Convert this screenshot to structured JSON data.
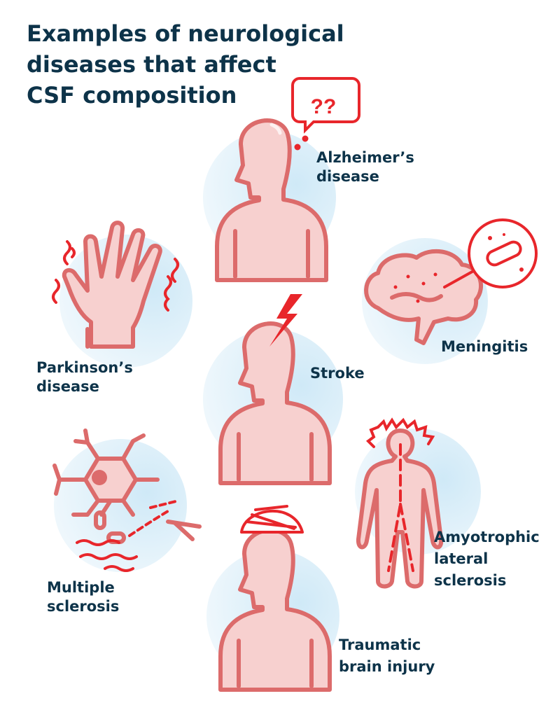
{
  "title": {
    "line1": "Examples of  neurological",
    "line2": "diseases that affect",
    "line3": "CSF composition"
  },
  "diseases": [
    {
      "id": "alzheimers",
      "line1": "Alzheimer’s",
      "line2": "disease",
      "icon": "confused-person-icon",
      "bubble_text": "??"
    },
    {
      "id": "parkinsons",
      "line1": "Parkinson’s",
      "line2": "disease",
      "icon": "trembling-hand-icon"
    },
    {
      "id": "meningitis",
      "line1": "Meningitis",
      "icon": "brain-bacteria-icon"
    },
    {
      "id": "stroke",
      "line1": "Stroke",
      "icon": "person-lightning-icon"
    },
    {
      "id": "ms",
      "line1": "Multiple",
      "line2": "sclerosis",
      "icon": "neuron-icon"
    },
    {
      "id": "als",
      "line1": "Amyotrophic",
      "line2": "lateral",
      "line3": "sclerosis",
      "icon": "body-spine-icon"
    },
    {
      "id": "tbi",
      "line1": "Traumatic",
      "line2": "brain injury",
      "icon": "bandaged-head-icon"
    }
  ],
  "colors": {
    "title": "#0d3349",
    "outline": "#dc6b6b",
    "fill": "#f7d0cf",
    "accent": "#e8262b",
    "circle": "#d6edf8"
  }
}
